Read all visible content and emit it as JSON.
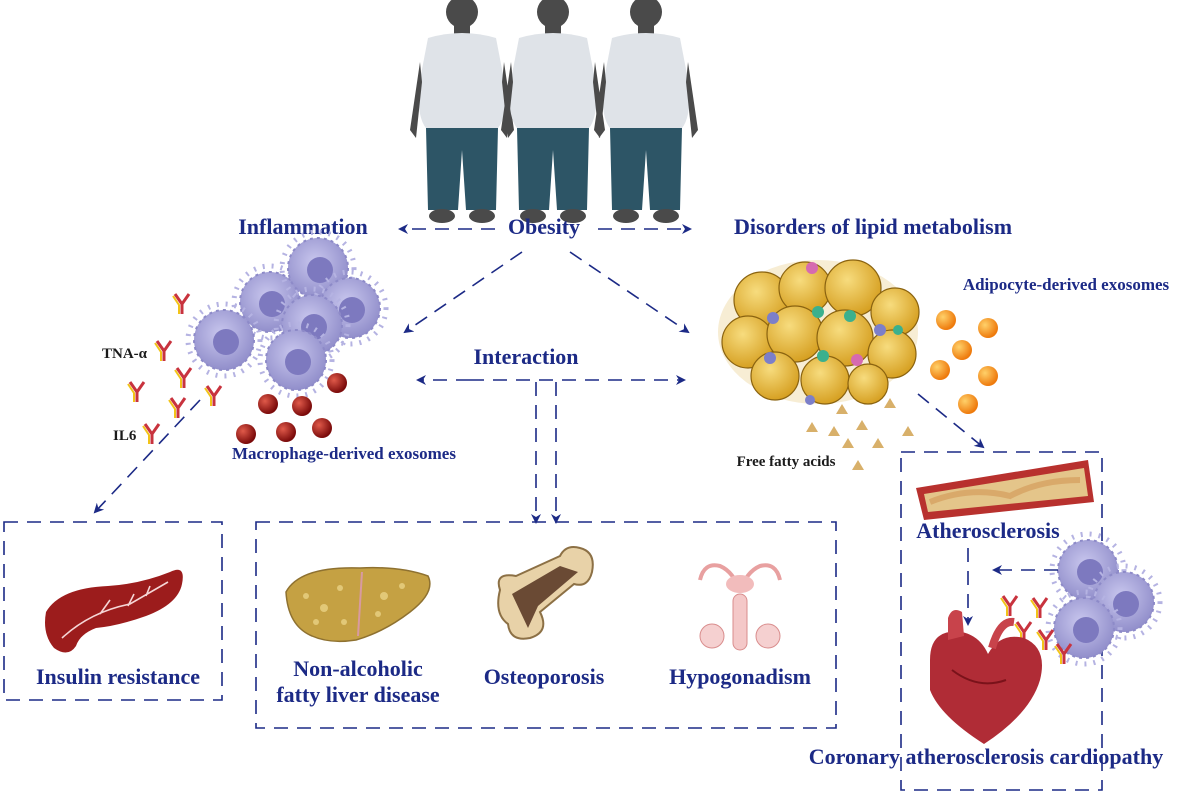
{
  "labels": {
    "obesity": "Obesity",
    "inflammation": "Inflammation",
    "lipid": "Disorders of lipid metabolism",
    "interaction": "Interaction",
    "adipocyte_exosomes": "Adipocyte-derived exosomes",
    "macrophage_exosomes": "Macrophage-derived exosomes",
    "tna": "TNA-α",
    "il6": "IL6",
    "free_fatty_acids": "Free fatty acids",
    "insulin_resistance": "Insulin resistance",
    "nafld_line1": "Non-alcoholic",
    "nafld_line2": "fatty liver disease",
    "osteoporosis": "Osteoporosis",
    "hypogonadism": "Hypogonadism",
    "atherosclerosis": "Atherosclerosis",
    "cad": "Coronary atherosclerosis cardiopathy"
  },
  "colors": {
    "label": "#1c2a86",
    "arrow": "#1c2a86",
    "shirt": "#dfe3e8",
    "pants": "#2d5566",
    "skin": "#4a4a4a",
    "macrophage": "#a7a5d9",
    "fat": "#e8bb3a",
    "exosome_red": "#8b1010",
    "exosome_orange": "#f08a12"
  }
}
